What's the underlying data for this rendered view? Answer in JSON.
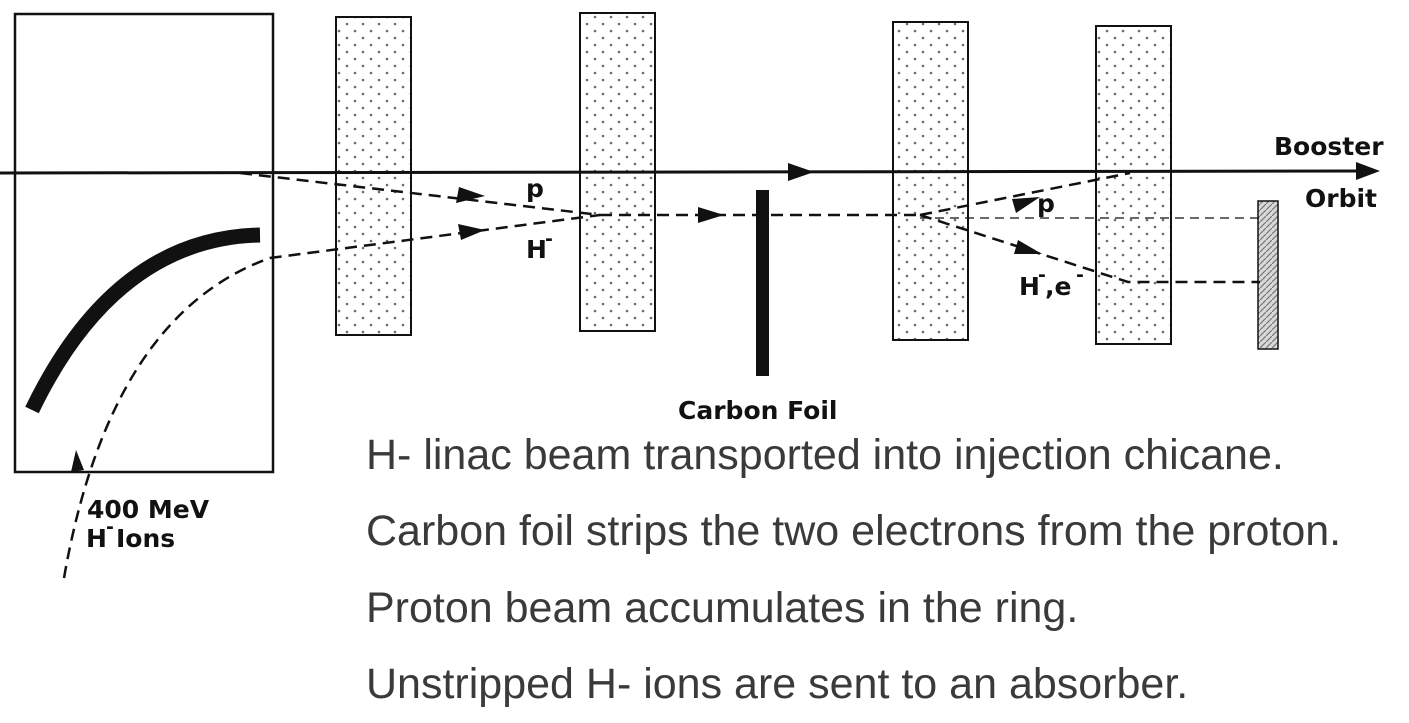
{
  "labels": {
    "booster": "Booster",
    "orbit": "Orbit",
    "p_upper": "p",
    "h_minus_upper": "H",
    "p_lower": "p",
    "h_e_lower": "H",
    "h_e_lower_suffix": ",e",
    "carbon_foil": "Carbon Foil",
    "energy": "400 MeV",
    "ions": "H",
    "ions_suffix": " Ions",
    "minus_sign": "-"
  },
  "captions": [
    "H- linac beam transported into injection chicane.",
    "Carbon foil strips the two electrons from the proton.",
    "Proton beam accumulates in the ring.",
    "Unstripped H- ions are sent to an absorber."
  ],
  "colors": {
    "line": "#111111",
    "dot": "#6d6d6d",
    "caption": "#3a3a3a",
    "background": "#ffffff"
  }
}
